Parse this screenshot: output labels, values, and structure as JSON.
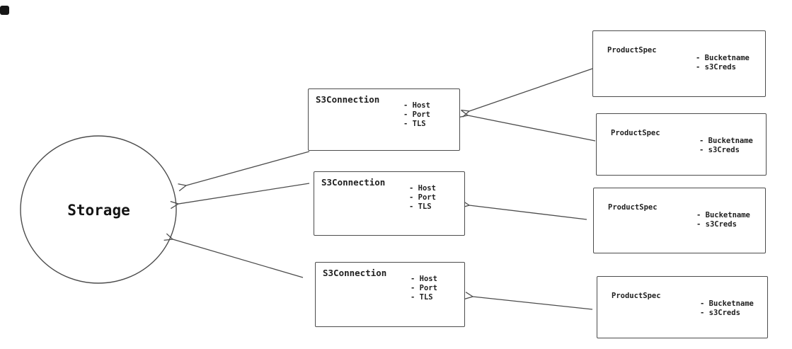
{
  "diagram": {
    "storage": {
      "label": "Storage"
    },
    "s3_connections": [
      {
        "title": "S3Connection",
        "attributes": [
          "- Host",
          "- Port",
          "- TLS"
        ]
      },
      {
        "title": "S3Connection",
        "attributes": [
          "- Host",
          "- Port",
          "- TLS"
        ]
      },
      {
        "title": "S3Connection",
        "attributes": [
          "- Host",
          "- Port",
          "- TLS"
        ]
      }
    ],
    "product_specs": [
      {
        "title": "ProductSpec",
        "attributes": [
          "- Bucketname",
          "- s3Creds"
        ]
      },
      {
        "title": "ProductSpec",
        "attributes": [
          "- Bucketname",
          "- s3Creds"
        ]
      },
      {
        "title": "ProductSpec",
        "attributes": [
          "- Bucketname",
          "- s3Creds"
        ]
      },
      {
        "title": "ProductSpec",
        "attributes": [
          "- Bucketname",
          "- s3Creds"
        ]
      }
    ],
    "edges": [
      {
        "from": "product-spec-1",
        "to": "s3-connection-1"
      },
      {
        "from": "product-spec-2",
        "to": "s3-connection-1"
      },
      {
        "from": "product-spec-3",
        "to": "s3-connection-2"
      },
      {
        "from": "product-spec-4",
        "to": "s3-connection-3"
      },
      {
        "from": "s3-connection-1",
        "to": "storage"
      },
      {
        "from": "s3-connection-2",
        "to": "storage"
      },
      {
        "from": "s3-connection-3",
        "to": "storage"
      }
    ],
    "colors": {
      "stroke": "#4c4c4c",
      "text": "#1f1f1f",
      "background": "#ffffff"
    }
  }
}
